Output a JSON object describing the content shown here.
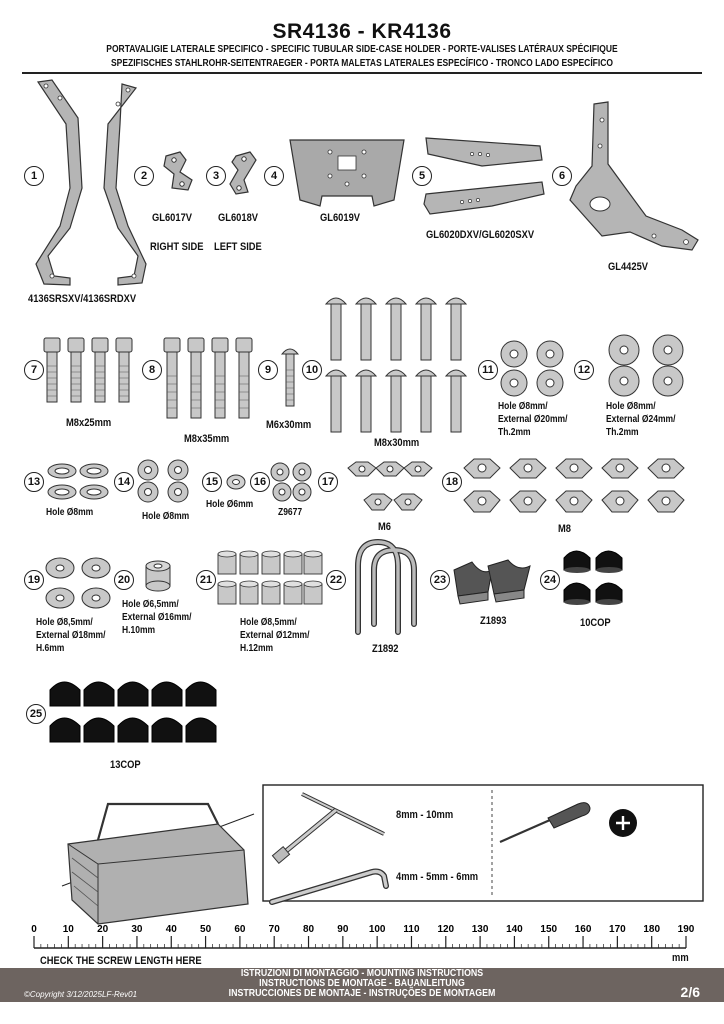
{
  "header": {
    "title": "SR4136 - KR4136",
    "subtitle_1": "PORTAVALIGIE LATERALE SPECIFICO  -  SPECIFIC TUBULAR SIDE-CASE HOLDER  - PORTE-VALISES LATÉRAUX SPÉCIFIQUE",
    "subtitle_2": "SPEZIFISCHES STAHLROHR-SEITENTRAEGER - PORTA MALETAS LATERALES ESPECÍFICO - TRONCO LADO ESPECÍFICO"
  },
  "parts": [
    {
      "number": "1",
      "label": "4136SRSXV/4136SRDXV"
    },
    {
      "number": "2",
      "label": "GL6017V",
      "note": "RIGHT SIDE"
    },
    {
      "number": "3",
      "label": "GL6018V",
      "note": "LEFT SIDE"
    },
    {
      "number": "4",
      "label": "GL6019V"
    },
    {
      "number": "5",
      "label": "GL6020DXV/GL6020SXV"
    },
    {
      "number": "6",
      "label": "GL4425V"
    },
    {
      "number": "7",
      "label": "M8x25mm"
    },
    {
      "number": "8",
      "label": "M8x35mm"
    },
    {
      "number": "9",
      "label": "M6x30mm"
    },
    {
      "number": "10",
      "label": "M8x30mm"
    },
    {
      "number": "11",
      "label": "Hole Ø8mm/\nExternal Ø20mm/\nTh.2mm"
    },
    {
      "number": "12",
      "label": "Hole Ø8mm/\nExternal Ø24mm/\nTh.2mm"
    },
    {
      "number": "13",
      "label": "Hole Ø8mm"
    },
    {
      "number": "14",
      "label": "Hole Ø8mm"
    },
    {
      "number": "15",
      "label": "Hole Ø6mm"
    },
    {
      "number": "16",
      "label": "Z9677"
    },
    {
      "number": "17",
      "label": "M6"
    },
    {
      "number": "18",
      "label": "M8"
    },
    {
      "number": "19",
      "label": "Hole Ø8,5mm/\nExternal Ø18mm/\nH.6mm"
    },
    {
      "number": "20",
      "label": "Hole Ø6,5mm/\nExternal Ø16mm/\nH.10mm"
    },
    {
      "number": "21",
      "label": "Hole Ø8,5mm/\nExternal Ø12mm/\nH.12mm"
    },
    {
      "number": "22",
      "label": "Z1892"
    },
    {
      "number": "23",
      "label": "Z1893"
    },
    {
      "number": "24",
      "label": "10COP"
    },
    {
      "number": "25",
      "label": "13COP"
    }
  ],
  "tools": {
    "socket_wrench": "8mm - 10mm",
    "hex_keys": "4mm - 5mm - 6mm"
  },
  "ruler": {
    "ticks": [
      "0",
      "10",
      "20",
      "30",
      "40",
      "50",
      "60",
      "70",
      "80",
      "90",
      "100",
      "110",
      "120",
      "130",
      "140",
      "150",
      "160",
      "170",
      "180",
      "190"
    ],
    "unit": "mm",
    "caption": "CHECK THE SCREW LENGTH HERE"
  },
  "footer": {
    "line_1": "ISTRUZIONI DI MONTAGGIO  -  MOUNTING INSTRUCTIONS",
    "line_2": "INSTRUCTIONS DE MONTAGE - BAUANLEITUNG",
    "line_3": "INSTRUCCIONES DE MONTAJE - INSTRUÇÕES DE MONTAGEM",
    "copyright": "©Copyright 3/12/2025LF-Rev01",
    "page": "2/6"
  }
}
